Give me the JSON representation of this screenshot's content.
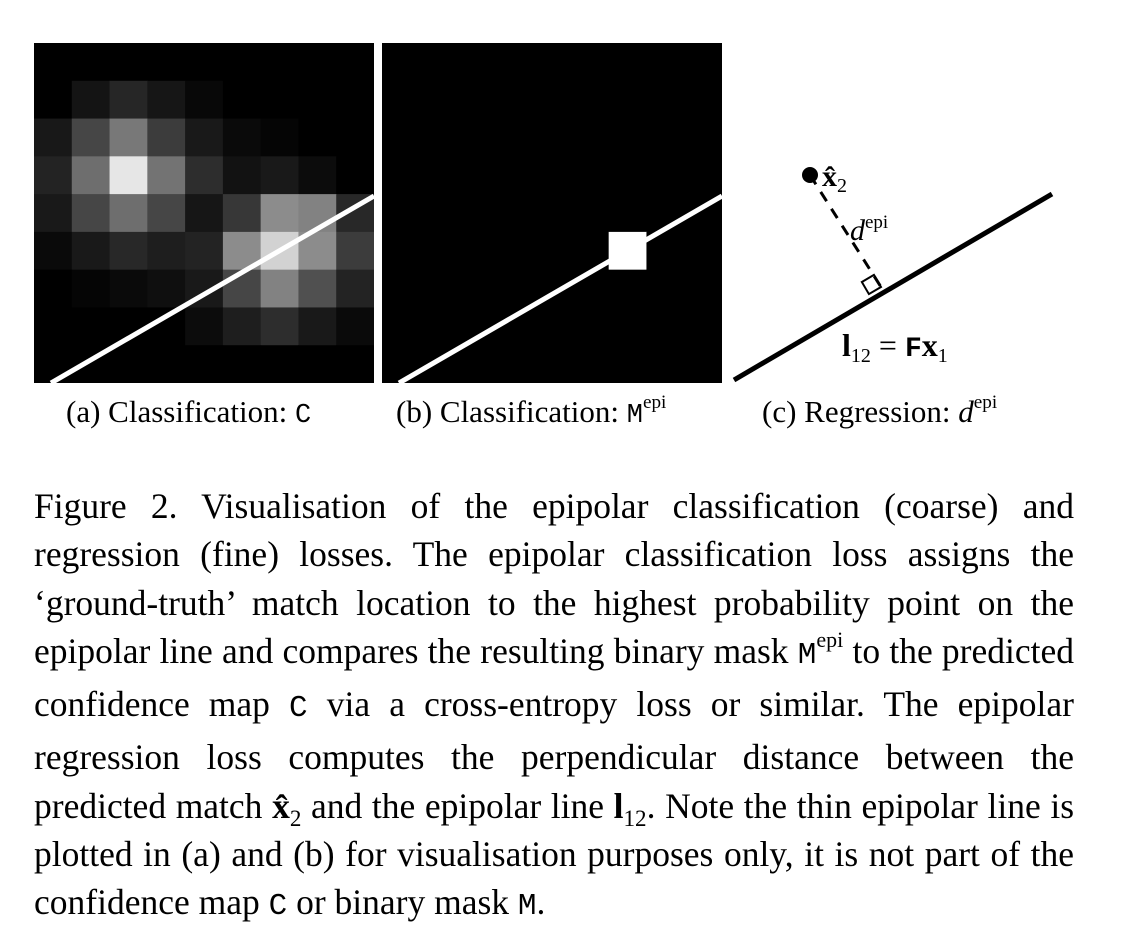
{
  "panels": {
    "a": {
      "grid_size": 9,
      "cells": [
        [
          0,
          0,
          0,
          0,
          0,
          0,
          0,
          0,
          0
        ],
        [
          0,
          20,
          38,
          22,
          8,
          0,
          0,
          0,
          0
        ],
        [
          24,
          70,
          120,
          60,
          25,
          10,
          5,
          0,
          0
        ],
        [
          35,
          110,
          230,
          115,
          45,
          18,
          25,
          12,
          0
        ],
        [
          25,
          70,
          110,
          70,
          22,
          55,
          140,
          130,
          40
        ],
        [
          10,
          25,
          40,
          30,
          35,
          140,
          210,
          140,
          60
        ],
        [
          0,
          5,
          10,
          15,
          25,
          70,
          130,
          80,
          35
        ],
        [
          0,
          0,
          0,
          0,
          12,
          30,
          45,
          25,
          10
        ],
        [
          0,
          0,
          0,
          0,
          0,
          0,
          0,
          0,
          0
        ]
      ],
      "line_from": [
        0.05,
        1.0
      ],
      "line_to": [
        1.0,
        0.45
      ]
    },
    "b": {
      "grid_size": 9,
      "highlight_cell": [
        5,
        6
      ],
      "line_from": [
        0.05,
        1.0
      ],
      "line_to": [
        1.0,
        0.45
      ]
    },
    "c": {
      "point_label_main": "x̂",
      "point_label_sub": "2",
      "distance_label_main": "d",
      "distance_label_sup": "epi",
      "line_label_main": "l",
      "line_label_sub": "12",
      "line_label_eq": " = ",
      "line_label_rhs_mono": "F",
      "line_label_rhs_bold": "x",
      "line_label_rhs_sub": "1"
    }
  },
  "sublabels": {
    "a_text": "(a) Classification: ",
    "a_mono": "C",
    "b_text": "(b) Classification: ",
    "b_mono": "M",
    "b_sup": "epi",
    "c_text": "(c) Regression: ",
    "c_it": "d",
    "c_sup": "epi"
  },
  "caption": {
    "p1": "Figure 2.  Visualisation of the epipolar classification (coarse) and regression (fine) losses.  The epipolar classification loss assigns the ‘ground-truth’ match location to the highest probability point on the epipolar line and compares the resulting binary mask ",
    "m_mono": "M",
    "m_sup": "epi",
    "p2": " to the predicted confidence map ",
    "c1_mono": "C",
    "p3": " via a cross-entropy loss or similar. The epipolar regression loss computes the perpendicular distance between the predicted match ",
    "xhat": "x̂",
    "xhat_sub": "2",
    "p4": " and the epipolar line ",
    "l": "l",
    "l_sub": "12",
    "p5": ". Note the thin epipolar line is plotted in (a) and (b) for visualisation purposes only, it is not part of the confidence map ",
    "c2_mono": "C",
    "p6": " or binary mask ",
    "m2_mono": "M",
    "p7": "."
  }
}
